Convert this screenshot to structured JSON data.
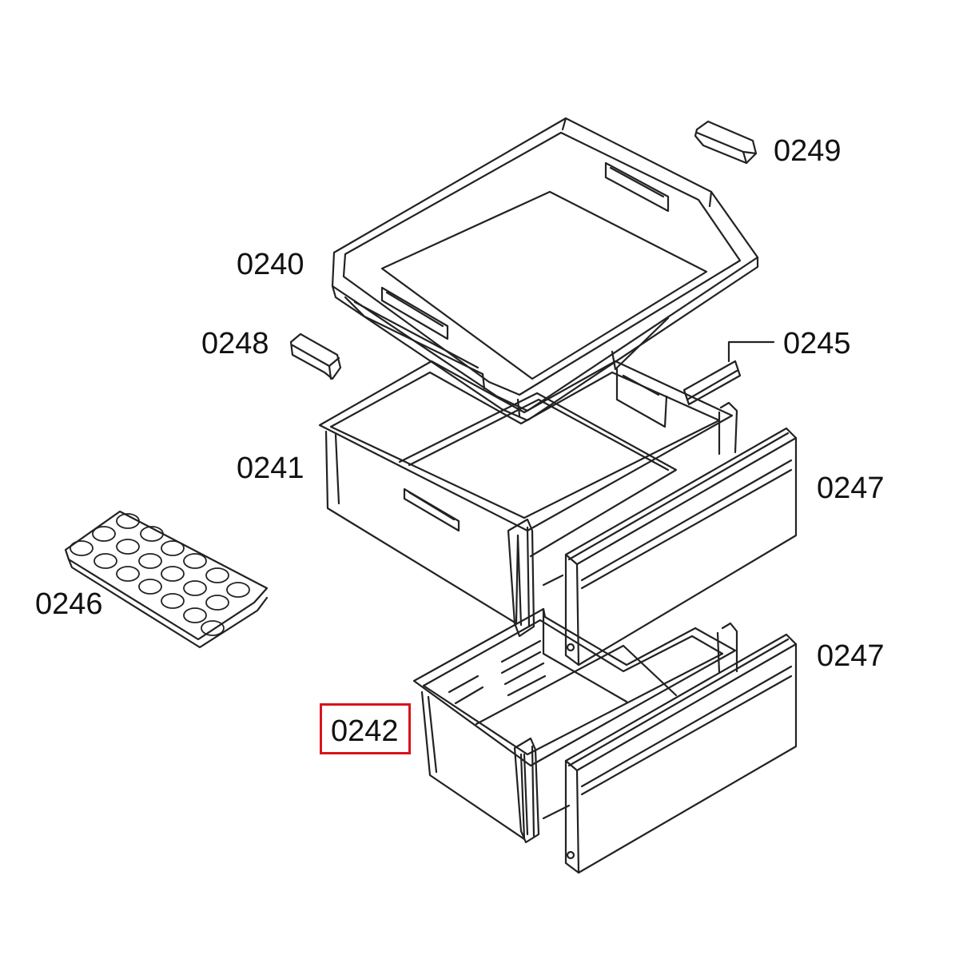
{
  "parts": {
    "p0249": "0249",
    "p0240": "0240",
    "p0248": "0248",
    "p0245": "0245",
    "p0241": "0241",
    "p0247_upper": "0247",
    "p0246": "0246",
    "p0247_lower": "0247",
    "p0242": "0242"
  },
  "highlighted_part": "0242",
  "colors": {
    "line": "#222222",
    "highlight": "#d8141c",
    "background": "#ffffff"
  }
}
